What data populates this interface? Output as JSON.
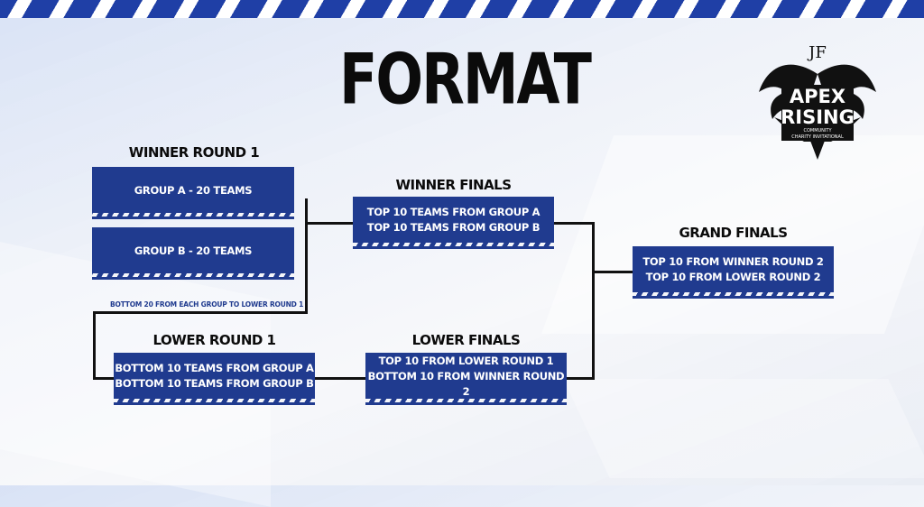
{
  "title": "FORMAT",
  "winner_round_1": {
    "heading": "WINNER ROUND 1",
    "group_a": "GROUP A - 20 TEAMS",
    "group_b": "GROUP B - 20 TEAMS",
    "note": "BOTTOM 20 FROM EACH GROUP TO LOWER ROUND 1"
  },
  "winner_finals": {
    "heading": "WINNER FINALS",
    "line1": "TOP 10 TEAMS FROM GROUP A",
    "line2": "TOP 10 TEAMS FROM GROUP B"
  },
  "grand_finals": {
    "heading": "GRAND FINALS",
    "line1": "TOP 10 FROM WINNER ROUND 2",
    "line2": "TOP 10 FROM LOWER ROUND 2"
  },
  "lower_round_1": {
    "heading": "LOWER ROUND 1",
    "line1": "BOTTOM 10 TEAMS FROM GROUP A",
    "line2": "BOTTOM 10 TEAMS FROM GROUP B"
  },
  "lower_finals": {
    "heading": "LOWER FINALS",
    "line1": "TOP 10 FROM LOWER ROUND 1",
    "line2": "BOTTOM 10 FROM WINNER ROUND 2"
  },
  "logo": {
    "monogram": "JF",
    "line1": "APEX",
    "line2": "RISING",
    "sub1": "COMMUNITY",
    "sub2": "CHARITY INVITATIONAL",
    "icon": "winged-logo"
  },
  "colors": {
    "accent_blue": "#203b8f",
    "stripe_blue": "#1f3fa6",
    "text_dark": "#0b0b0b"
  }
}
